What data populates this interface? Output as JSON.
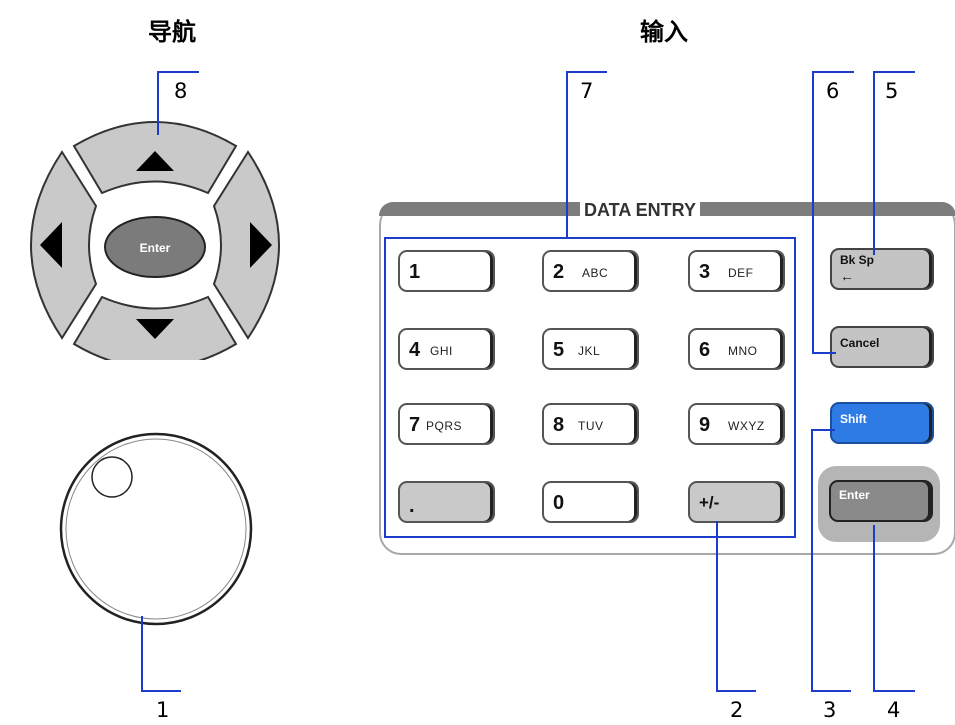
{
  "headings": {
    "navigation": "导航",
    "input": "输入"
  },
  "navigation": {
    "enter_label": "Enter"
  },
  "data_entry": {
    "title": "DATA ENTRY",
    "keys": [
      {
        "num": "1",
        "sub": ""
      },
      {
        "num": "2",
        "sub": "ABC"
      },
      {
        "num": "3",
        "sub": "DEF"
      },
      {
        "num": "4",
        "sub": "GHI"
      },
      {
        "num": "5",
        "sub": "JKL"
      },
      {
        "num": "6",
        "sub": "MNO"
      },
      {
        "num": "7",
        "sub": "PQRS"
      },
      {
        "num": "8",
        "sub": "TUV"
      },
      {
        "num": "9",
        "sub": "WXYZ"
      },
      {
        "num": ".",
        "sub": ""
      },
      {
        "num": "0",
        "sub": ""
      },
      {
        "num": "+/-",
        "sub": ""
      }
    ],
    "backspace_label": "Bk Sp",
    "backspace_arrow": "←",
    "cancel_label": "Cancel",
    "shift_label": "Shift",
    "enter_label": "Enter"
  },
  "callouts": {
    "c1": "1",
    "c2": "2",
    "c3": "3",
    "c4": "4",
    "c5": "5",
    "c6": "6",
    "c7": "7",
    "c8": "8"
  },
  "colors": {
    "callout_line": "#1c3ccc",
    "shift_key": "#2f7be6"
  }
}
